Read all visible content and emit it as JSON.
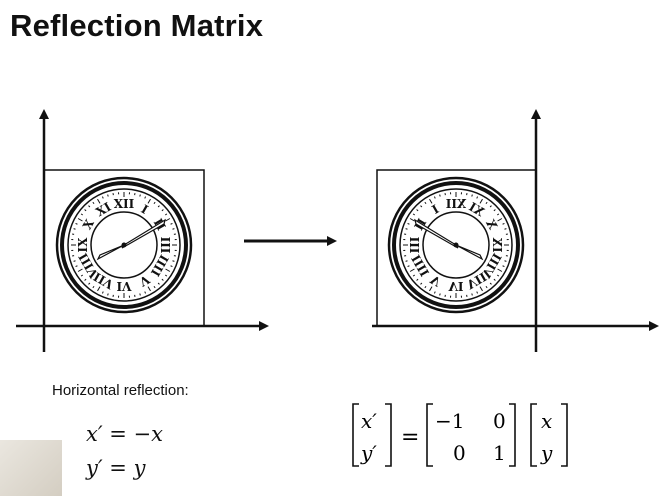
{
  "title": "Reflection Matrix",
  "subtitle": "Horizontal reflection:",
  "equations": {
    "line1": "x′ = −x",
    "line2": "y′ = y"
  },
  "matrix_equation": {
    "lhs": [
      "x′",
      "y′"
    ],
    "matrix": [
      [
        "−1",
        "0"
      ],
      [
        "0",
        "1"
      ]
    ],
    "rhs": [
      "x",
      "y"
    ],
    "equals": "="
  },
  "clock": {
    "numerals": [
      "XII",
      "I",
      "II",
      "III",
      "IIII",
      "V",
      "VI",
      "VII",
      "VIII",
      "IX",
      "X",
      "XI"
    ]
  }
}
